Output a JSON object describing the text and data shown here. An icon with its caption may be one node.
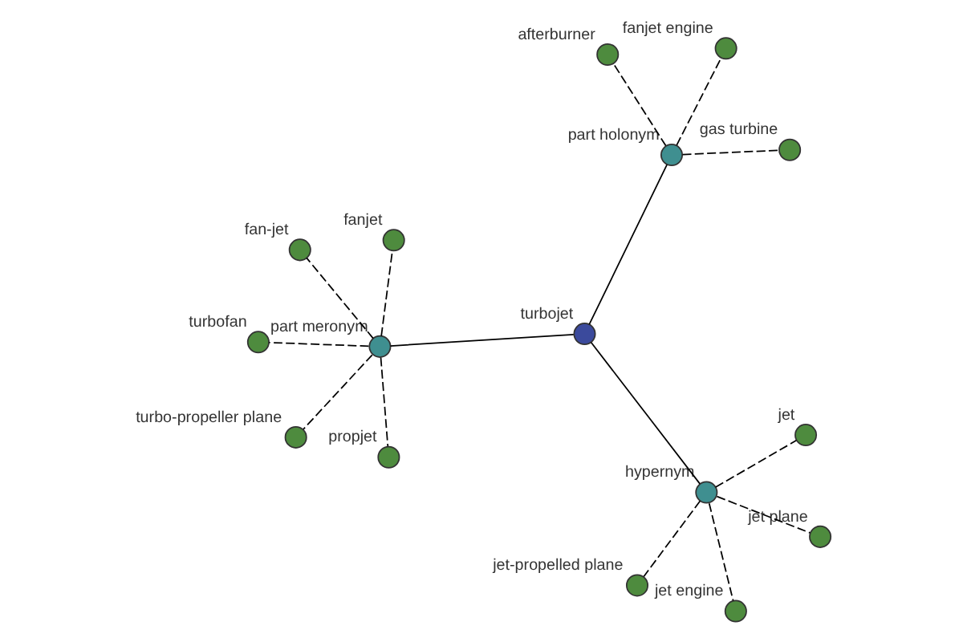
{
  "diagram": {
    "nodes": [
      {
        "text": [
          "turbo-propeller plane"
        ]
      },
      {
        "text": [
          "fanjet"
        ]
      },
      {
        "text": [
          "propjet"
        ]
      },
      {
        "text": [
          "fan-jet"
        ]
      },
      {
        "text": [
          "part meronym"
        ]
      },
      {
        "text": [
          "turbofan"
        ]
      },
      {
        "text": [
          "turbojet"
        ]
      },
      {
        "text": [
          "jet plane"
        ]
      },
      {
        "text": [
          "hypernym"
        ]
      },
      {
        "text": [
          "jet engine"
        ]
      },
      {
        "text": [
          "jet-propelled plane"
        ]
      },
      {
        "text": [
          "afterburner"
        ]
      },
      {
        "text": [
          "jet"
        ]
      },
      {
        "text": [
          "part holonym"
        ]
      },
      {
        "text": [
          "fanjet engine"
        ]
      },
      {
        "text": [
          "gas turbine"
        ]
      }
    ],
    "edges": [
      {
        "from": 6,
        "to": 4,
        "arrow": "none"
      },
      {
        "from": 6,
        "to": 8,
        "arrow": "none"
      },
      {
        "from": 6,
        "to": 13,
        "arrow": "none"
      },
      {
        "from": 4,
        "to": 0,
        "arrow": "none",
        "style": "dashed"
      },
      {
        "from": 4,
        "to": 1,
        "arrow": "none",
        "style": "dashed"
      },
      {
        "from": 4,
        "to": 2,
        "arrow": "none",
        "style": "dashed"
      },
      {
        "from": 4,
        "to": 3,
        "arrow": "none",
        "style": "dashed"
      },
      {
        "from": 4,
        "to": 5,
        "arrow": "none",
        "style": "dashed"
      },
      {
        "from": 8,
        "to": 7,
        "arrow": "none",
        "style": "dashed"
      },
      {
        "from": 8,
        "to": 9,
        "arrow": "none",
        "style": "dashed"
      },
      {
        "from": 8,
        "to": 10,
        "arrow": "none",
        "style": "dashed"
      },
      {
        "from": 8,
        "to": 12,
        "arrow": "none",
        "style": "dashed"
      },
      {
        "from": 13,
        "to": 11,
        "arrow": "none",
        "style": "dashed"
      },
      {
        "from": 13,
        "to": 14,
        "arrow": "none",
        "style": "dashed"
      },
      {
        "from": 13,
        "to": 15,
        "arrow": "none",
        "style": "dashed"
      }
    ]
  }
}
